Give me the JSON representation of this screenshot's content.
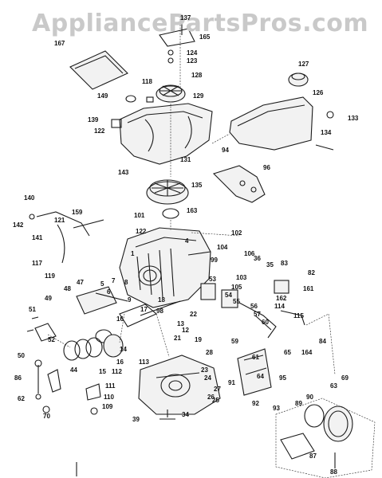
{
  "watermark": "AppliancePartsPros.com",
  "parts": [
    {
      "id": "p137",
      "text": "137"
    },
    {
      "id": "p165",
      "text": "165"
    },
    {
      "id": "p167",
      "text": "167"
    },
    {
      "id": "p124",
      "text": "124"
    },
    {
      "id": "p123",
      "text": "123"
    },
    {
      "id": "p127",
      "text": "127"
    },
    {
      "id": "p128",
      "text": "128"
    },
    {
      "id": "p118",
      "text": "118"
    },
    {
      "id": "p126",
      "text": "126"
    },
    {
      "id": "p149",
      "text": "149"
    },
    {
      "id": "p129",
      "text": "129"
    },
    {
      "id": "p133",
      "text": "133"
    },
    {
      "id": "p139",
      "text": "139"
    },
    {
      "id": "p122a",
      "text": "122"
    },
    {
      "id": "p134",
      "text": "134"
    },
    {
      "id": "p94",
      "text": "94"
    },
    {
      "id": "p131",
      "text": "131"
    },
    {
      "id": "p96",
      "text": "96"
    },
    {
      "id": "p143",
      "text": "143"
    },
    {
      "id": "p135",
      "text": "135"
    },
    {
      "id": "p140",
      "text": "140"
    },
    {
      "id": "p159",
      "text": "159"
    },
    {
      "id": "p142",
      "text": "142"
    },
    {
      "id": "p121",
      "text": "121"
    },
    {
      "id": "p101",
      "text": "101"
    },
    {
      "id": "p163",
      "text": "163"
    },
    {
      "id": "p141",
      "text": "141"
    },
    {
      "id": "p122b",
      "text": "122"
    },
    {
      "id": "p4",
      "text": "4"
    },
    {
      "id": "p102",
      "text": "102"
    },
    {
      "id": "p104",
      "text": "104"
    },
    {
      "id": "p106",
      "text": "106"
    },
    {
      "id": "p1",
      "text": "1"
    },
    {
      "id": "p99",
      "text": "99"
    },
    {
      "id": "p36",
      "text": "36"
    },
    {
      "id": "p117",
      "text": "117"
    },
    {
      "id": "p35",
      "text": "35"
    },
    {
      "id": "p83",
      "text": "83"
    },
    {
      "id": "p82",
      "text": "82"
    },
    {
      "id": "p119",
      "text": "119"
    },
    {
      "id": "p103",
      "text": "103"
    },
    {
      "id": "p53",
      "text": "53"
    },
    {
      "id": "p48",
      "text": "48"
    },
    {
      "id": "p47",
      "text": "47"
    },
    {
      "id": "p5",
      "text": "5"
    },
    {
      "id": "p7",
      "text": "7"
    },
    {
      "id": "p8",
      "text": "8"
    },
    {
      "id": "p105",
      "text": "105"
    },
    {
      "id": "p161",
      "text": "161"
    },
    {
      "id": "p6",
      "text": "6"
    },
    {
      "id": "p54",
      "text": "54"
    },
    {
      "id": "p55",
      "text": "55"
    },
    {
      "id": "p162",
      "text": "162"
    },
    {
      "id": "p49",
      "text": "49"
    },
    {
      "id": "p9",
      "text": "9"
    },
    {
      "id": "p18",
      "text": "18"
    },
    {
      "id": "p56",
      "text": "56"
    },
    {
      "id": "p114",
      "text": "114"
    },
    {
      "id": "p51",
      "text": "51"
    },
    {
      "id": "p17",
      "text": "17"
    },
    {
      "id": "p57",
      "text": "57"
    },
    {
      "id": "p115",
      "text": "115"
    },
    {
      "id": "p98",
      "text": "98"
    },
    {
      "id": "p22",
      "text": "22"
    },
    {
      "id": "p60",
      "text": "60"
    },
    {
      "id": "p16a",
      "text": "16"
    },
    {
      "id": "p13",
      "text": "13"
    },
    {
      "id": "p12",
      "text": "12"
    },
    {
      "id": "p59",
      "text": "59"
    },
    {
      "id": "p84",
      "text": "84"
    },
    {
      "id": "p52",
      "text": "52"
    },
    {
      "id": "p21",
      "text": "21"
    },
    {
      "id": "p19",
      "text": "19"
    },
    {
      "id": "p14",
      "text": "14"
    },
    {
      "id": "p28",
      "text": "28"
    },
    {
      "id": "p61",
      "text": "61"
    },
    {
      "id": "p65",
      "text": "65"
    },
    {
      "id": "p164",
      "text": "164"
    },
    {
      "id": "p50",
      "text": "50"
    },
    {
      "id": "p44",
      "text": "44"
    },
    {
      "id": "p15",
      "text": "15"
    },
    {
      "id": "p112",
      "text": "112"
    },
    {
      "id": "p16b",
      "text": "16"
    },
    {
      "id": "p113",
      "text": "113"
    },
    {
      "id": "p23",
      "text": "23"
    },
    {
      "id": "p64",
      "text": "64"
    },
    {
      "id": "p86",
      "text": "86"
    },
    {
      "id": "p111",
      "text": "111"
    },
    {
      "id": "p24",
      "text": "24"
    },
    {
      "id": "p91",
      "text": "91"
    },
    {
      "id": "p95",
      "text": "95"
    },
    {
      "id": "p69",
      "text": "69"
    },
    {
      "id": "p62",
      "text": "62"
    },
    {
      "id": "p110",
      "text": "110"
    },
    {
      "id": "p27",
      "text": "27"
    },
    {
      "id": "p63",
      "text": "63"
    },
    {
      "id": "p109",
      "text": "109"
    },
    {
      "id": "p26",
      "text": "26"
    },
    {
      "id": "p25",
      "text": "25"
    },
    {
      "id": "p92",
      "text": "92"
    },
    {
      "id": "p93",
      "text": "93"
    },
    {
      "id": "p90",
      "text": "90"
    },
    {
      "id": "p89",
      "text": "89"
    },
    {
      "id": "p70",
      "text": "70"
    },
    {
      "id": "p39",
      "text": "39"
    },
    {
      "id": "p34",
      "text": "34"
    },
    {
      "id": "p87",
      "text": "87"
    },
    {
      "id": "p88",
      "text": "88"
    }
  ]
}
